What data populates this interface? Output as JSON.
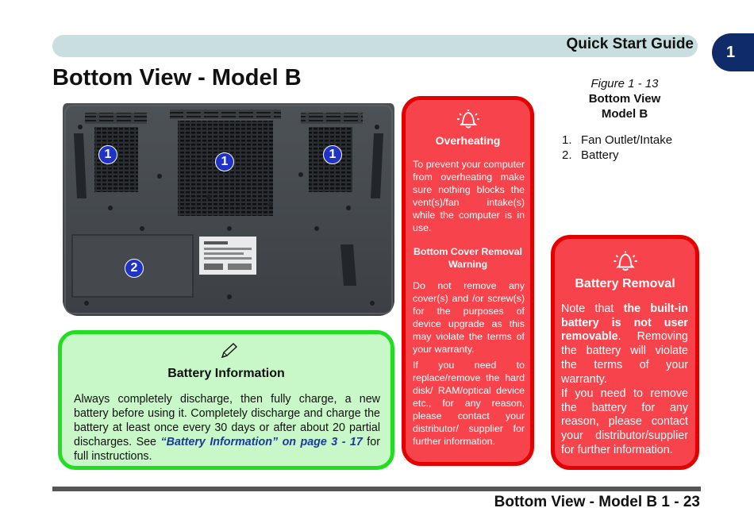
{
  "header": {
    "title": "Quick Start Guide",
    "chapter_tab": "1"
  },
  "page_title": "Bottom View - Model B",
  "figure": {
    "number": "Figure 1 - 13",
    "title_line1": "Bottom View",
    "title_line2": "Model B",
    "legend": [
      {
        "num": "1.",
        "label": "Fan Outlet/Intake"
      },
      {
        "num": "2.",
        "label": "Battery"
      }
    ],
    "callouts": [
      "1",
      "1",
      "1",
      "2"
    ]
  },
  "note": {
    "icon": "pen-icon",
    "heading": "Battery Information",
    "text_before": "Always completely discharge, then fully charge, a new battery before using it. Completely discharge and charge the battery at least once every 30 days or after about 20 partial discharges. See ",
    "link": "“Battery Information” on page 3 - 17",
    "text_after": " for full instructions."
  },
  "warning_overheating": {
    "icon": "alarm-bell-icon",
    "heading": "Overheating",
    "text": "To prevent your computer from overheating make sure nothing blocks the vent(s)/fan intake(s) while the computer is in use.",
    "subheading": "Bottom Cover Removal Warning",
    "text2": "Do not remove any cover(s) and /or screw(s) for the purposes of device upgrade as this may violate the terms of your warranty.",
    "text3": "If you need to replace/remove the hard disk/ RAM/optical device etc., for any reason, please contact your distributor/ supplier for further information."
  },
  "warning_battery": {
    "icon": "alarm-bell-icon",
    "heading": "Battery Removal",
    "text_before": "Note that ",
    "text_bold": "the built-in battery is not user removable",
    "text_after": ". Removing the battery will violate the terms of your warranty.",
    "text2": "If you need to remove the battery for any reason, please contact your distributor/supplier for further information."
  },
  "footer": {
    "text": "Bottom View - Model B 1 - 23"
  },
  "colors": {
    "header_bar": "#c9dede",
    "chapter_tab": "#0f2b6a",
    "note_border": "#22dd22",
    "note_fill": "#c8f7c8",
    "warn_border": "#e20000",
    "warn_fill": "#f7444c",
    "callout": "#1f33c8",
    "link": "#1a3aa0"
  }
}
